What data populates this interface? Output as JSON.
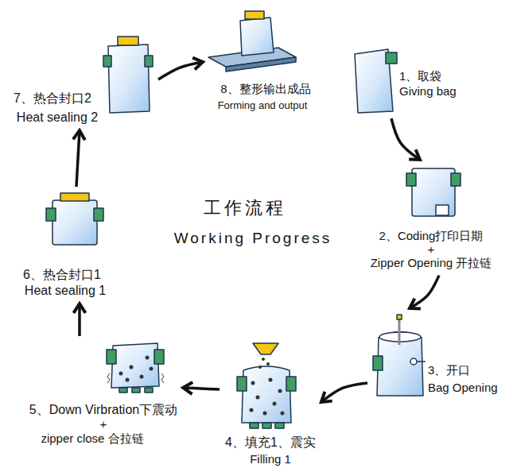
{
  "diagram": {
    "title": "工作流程",
    "nodes": [
      {
        "text": [
          "1、取袋",
          "Giving bag"
        ]
      },
      {
        "text": [
          "2、Coding打印日期",
          "+",
          "Zipper Opening 开拉链"
        ]
      },
      {
        "text": [
          "3、开口",
          "Bag Opening"
        ]
      },
      {
        "text": [
          "4、填充1、震实",
          "Filling 1"
        ]
      },
      {
        "text": [
          "5、Down Virbration下震动",
          "+",
          "zipper close 合拉链"
        ]
      },
      {
        "text": [
          "6、热合封口1",
          "Heat sealing 1"
        ]
      },
      {
        "text": [
          "7、热合封口2",
          "Heat sealing 2"
        ]
      },
      {
        "text": [
          "8、整形输出成品",
          "Forming and output"
        ]
      }
    ],
    "edges": [
      {
        "from": 0,
        "to": 1,
        "arrow": "to"
      },
      {
        "from": 1,
        "to": 2,
        "arrow": "to"
      },
      {
        "from": 2,
        "to": 3,
        "arrow": "to"
      },
      {
        "from": 3,
        "to": 4,
        "arrow": "to"
      },
      {
        "from": 4,
        "to": 5,
        "arrow": "to"
      },
      {
        "from": 5,
        "to": 6,
        "arrow": "to"
      },
      {
        "from": 6,
        "to": 7,
        "arrow": "to"
      }
    ],
    "labels": [
      "Working Progress"
    ]
  }
}
